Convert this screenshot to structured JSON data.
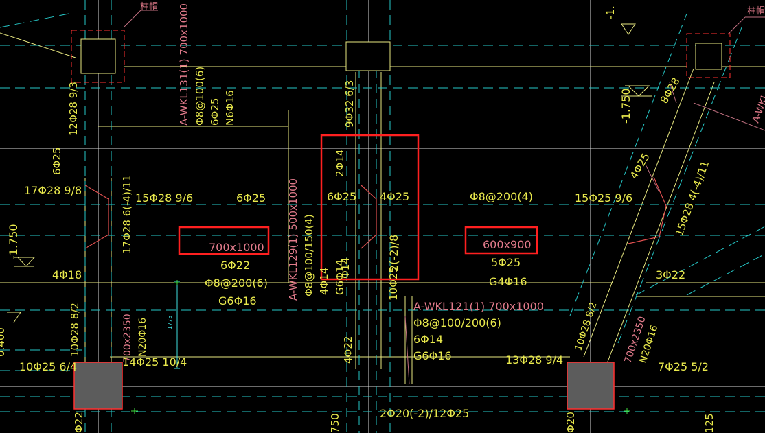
{
  "colors": {
    "background": "#000000",
    "axis": "#ffffff",
    "beam_edge": "#f2f27a",
    "hidden_line": "#26d0d0",
    "beam_label": "#e8e84c",
    "beam_label_pink": "#e07a8a",
    "column_fill": "#5c5c5c",
    "column_outline": "#ff3030",
    "highlight_box": "#ff2020",
    "dim_line": "#40e0e0",
    "leader": "#c07080"
  },
  "labels": {
    "col_cap_left": "柱帽",
    "col_cap_right": "柱帽",
    "wkl131_name": "A-WKL131(1) 700x1000",
    "wkl131_stirrup": "Φ8@100(6)",
    "wkl131_top": "6Φ25",
    "wkl131_side": "N6Φ16",
    "left_vert_bar": "12Φ28 9/3",
    "mid_vert_bar": "9Φ32 6/3",
    "left_top_6_25": "6Φ25",
    "bar_17_28": "17Φ28 9/8",
    "bar_17_28_b": "17Φ28 6(-4)/11",
    "bar_15_28": "15Φ28 9/6",
    "bar_6_25": "6Φ25",
    "size_700_1000": "700x1000",
    "bot_6_22": "6Φ22",
    "stir_200_6": "Φ8@200(6)",
    "g6_16_a": "G6Φ16",
    "elev_left": "-1.750",
    "bar_4_18": "4Φ18",
    "wkl129_name": "A-WKL129(1) 500x1000",
    "wkl129_stirrup": "Φ8@100/150(4)",
    "wkl129_bot": "4Φ14",
    "wkl129_side": "G6Φ14",
    "box2_2_14": "2Φ14",
    "box2_6_25": "6Φ25",
    "box2_4_25": "4Φ25",
    "box2_2_2_8": "2(-2)/8",
    "box2_10_25": "10Φ25",
    "box2_14": "Φ14",
    "stir_200_4": "Φ8@200(4)",
    "bar_15_25": "15Φ25 9/6",
    "size_600_900": "600x900",
    "bot_5_25": "5Φ25",
    "g4_16": "G4Φ16",
    "right_4_25": "4Φ25",
    "right_8_28": "8Φ28",
    "right_15_28": "15Φ28 4(-4)/11",
    "bar_3_22": "3Φ22",
    "elev_right": "-1.750",
    "wkl121_name": "A-WKL121(1) 700x1000",
    "wkl121_stirrup": "Φ8@100/200(6)",
    "wkl121_top": "6Φ14",
    "wkl121_side": "G6Φ16",
    "bar_10_28_left": "10Φ28 8/2",
    "pier_left_size": "700x2350",
    "pier_left_side": "N20Φ16",
    "bar_10_25_6_4": "10Φ25 6/4",
    "bar_14_25": "14Φ25 10/4",
    "bar_4_22": "4Φ22",
    "bar_13_28": "13Φ28 9/4",
    "bar_10_28_right": "10Φ28 8/2",
    "pier_right_size": "700x2350",
    "pier_right_side": "N20Φ16",
    "bar_7_25": "7Φ25 5/2",
    "bar_2_20": "2Φ20(-2)/12Φ25",
    "dim_1775": "1775",
    "edge_left_bottom": "Φ22",
    "edge_mid_bottom": "750",
    "edge_right_bottom_a": "Φ20",
    "edge_right_bottom_b": "125",
    "edge_left_mid": "0.400",
    "edge_top_right": "-1.",
    "edge_right_clip": "A-WKL"
  }
}
